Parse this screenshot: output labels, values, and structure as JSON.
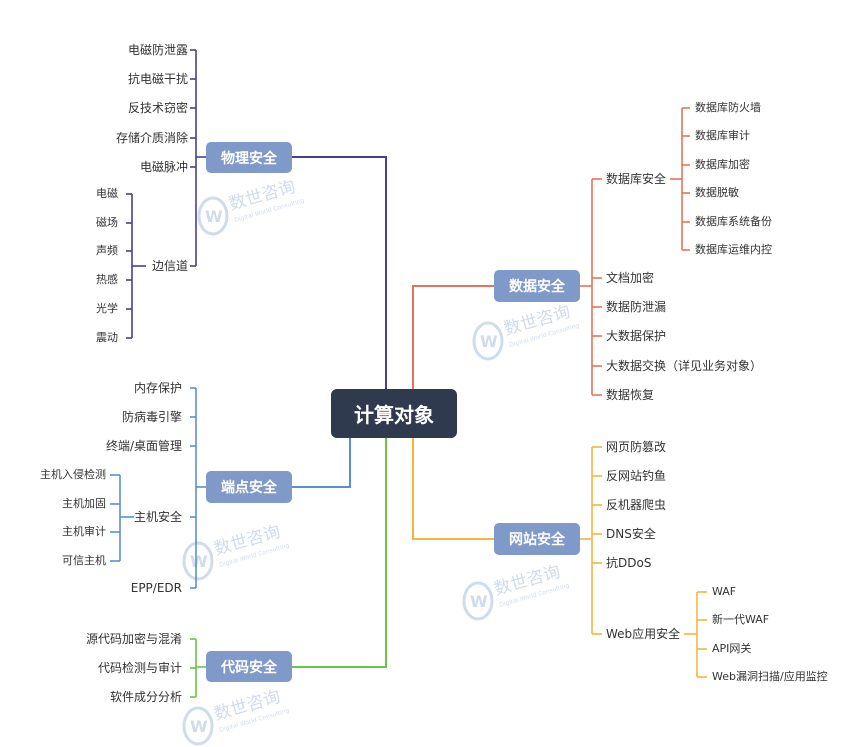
{
  "root": {
    "label": "计算对象"
  },
  "colors": {
    "physical": "#4a3f8f",
    "data": "#e8735a",
    "endpoint": "#5b8fd1",
    "web": "#f2b640",
    "code": "#6cc24a",
    "branch_box": "#7f99c9",
    "root_box": "#2f3a4e"
  },
  "watermark": {
    "line1": "数世咨询",
    "line2": "Digital World Consulting",
    "logo": "DW"
  },
  "physical": {
    "label": "物理安全",
    "items": [
      "电磁防泄露",
      "抗电磁干扰",
      "反技术窃密",
      "存储介质消除",
      "电磁脉冲"
    ],
    "side_channel": {
      "label": "边信道",
      "items": [
        "电磁",
        "磁场",
        "声频",
        "热感",
        "光学",
        "震动"
      ]
    }
  },
  "endpoint": {
    "label": "端点安全",
    "items_top": [
      "内存保护",
      "防病毒引擎",
      "终端/桌面管理"
    ],
    "host": {
      "label": "主机安全",
      "items": [
        "主机入侵检测",
        "主机加固",
        "主机审计",
        "可信主机"
      ]
    },
    "item_bottom": "EPP/EDR"
  },
  "code": {
    "label": "代码安全",
    "items": [
      "源代码加密与混淆",
      "代码检测与审计",
      "软件成分分析"
    ]
  },
  "data": {
    "label": "数据安全",
    "db": {
      "label": "数据库安全",
      "items": [
        "数据库防火墙",
        "数据库审计",
        "数据库加密",
        "数据脱敏",
        "数据库系统备份",
        "数据库运维内控"
      ]
    },
    "items": [
      "文档加密",
      "数据防泄漏",
      "大数据保护",
      "大数据交换（详见业务对象）",
      "数据恢复"
    ]
  },
  "web": {
    "label": "网站安全",
    "items": [
      "网页防篡改",
      "反网站钓鱼",
      "反机器爬虫",
      "DNS安全",
      "抗DDoS"
    ],
    "webapp": {
      "label": "Web应用安全",
      "items": [
        "WAF",
        "新一代WAF",
        "API网关",
        "Web漏洞扫描/应用监控"
      ]
    }
  }
}
